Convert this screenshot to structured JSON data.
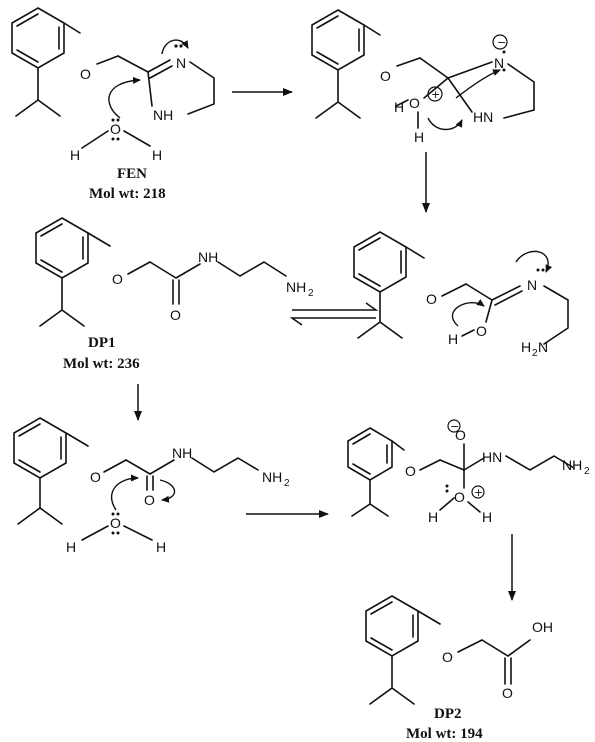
{
  "atoms": {
    "O": "O",
    "N": "N",
    "NH": "NH",
    "HN": "HN",
    "H": "H",
    "NH2": "NH",
    "H2N": "H",
    "OH": "OH",
    "sub2": "2",
    "minus": "−",
    "plus": "+"
  },
  "compounds": {
    "fen": {
      "name": "FEN",
      "mw": "Mol wt: 218"
    },
    "dp1": {
      "name": "DP1",
      "mw": "Mol wt: 236"
    },
    "dp2": {
      "name": "DP2",
      "mw": "Mol wt: 194"
    }
  },
  "colors": {
    "ink": "#111111",
    "background": "#ffffff"
  }
}
